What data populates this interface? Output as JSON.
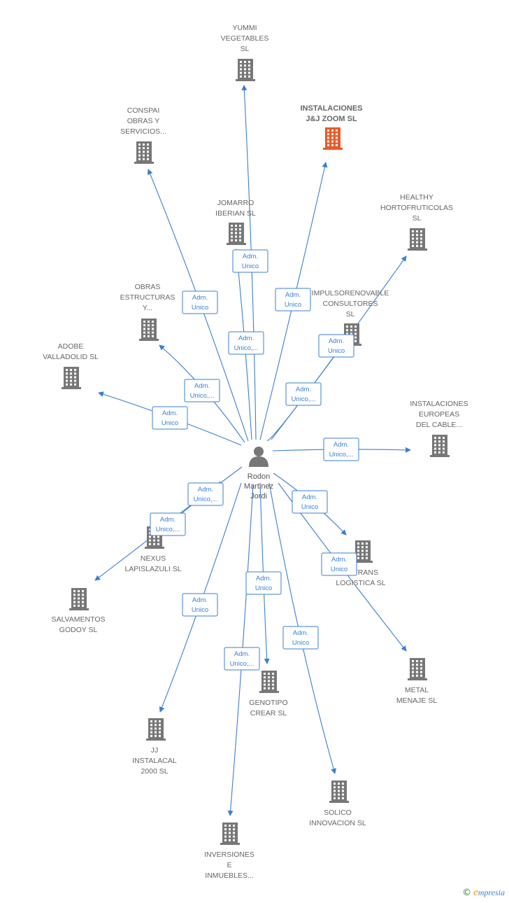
{
  "colors": {
    "edge": "#3a7fd0",
    "building": "#777777",
    "highlight": "#e85a2a"
  },
  "center": {
    "name_lines": [
      "Rodon",
      "Martinez",
      "Jordi"
    ],
    "icon": "person-icon"
  },
  "nodes": [
    {
      "id": "yummi",
      "lines": [
        "YUMMI",
        "VEGETABLES",
        "SL"
      ],
      "highlight": false
    },
    {
      "id": "instalaciones-jj",
      "lines": [
        "INSTALACIONES",
        "J&J ZOOM  SL"
      ],
      "highlight": true
    },
    {
      "id": "conspai",
      "lines": [
        "CONSPAI",
        "OBRAS Y",
        "SERVICIOS..."
      ],
      "highlight": false
    },
    {
      "id": "jomarro",
      "lines": [
        "JOMARRO",
        "IBERIAN  SL"
      ],
      "highlight": false
    },
    {
      "id": "healthy",
      "lines": [
        "HEALTHY",
        "HORTOFRUTICOLAS",
        "SL"
      ],
      "highlight": false
    },
    {
      "id": "obras",
      "lines": [
        "OBRAS",
        "ESTRUCTURAS",
        "Y..."
      ],
      "highlight": false
    },
    {
      "id": "impulsor",
      "lines": [
        "IMPULSORENOVABLE",
        "CONSULTORES",
        "SL"
      ],
      "highlight": false
    },
    {
      "id": "adobe",
      "lines": [
        "ADOBE",
        "VALLADOLID  SL"
      ],
      "highlight": false
    },
    {
      "id": "europeas",
      "lines": [
        "INSTALACIONES",
        "EUROPEAS",
        "DEL CABLE..."
      ],
      "highlight": false
    },
    {
      "id": "nexus",
      "lines": [
        "NEXUS",
        "LAPISLAZULI  SL"
      ],
      "highlight": false
    },
    {
      "id": "ertrans",
      "lines": [
        "ERTRANS",
        "LOGISTICA  SL"
      ],
      "highlight": false
    },
    {
      "id": "salvamentos",
      "lines": [
        "SALVAMENTOS",
        "GODOY SL"
      ],
      "highlight": false
    },
    {
      "id": "metal",
      "lines": [
        "METAL",
        "MENAJE  SL"
      ],
      "highlight": false
    },
    {
      "id": "genotipo",
      "lines": [
        "GENOTIPO",
        "CREAR  SL"
      ],
      "highlight": false
    },
    {
      "id": "jj2000",
      "lines": [
        "JJ",
        "INSTALACAL",
        "2000  SL"
      ],
      "highlight": false
    },
    {
      "id": "solico",
      "lines": [
        "SOLICO",
        "INNOVACION  SL"
      ],
      "highlight": false
    },
    {
      "id": "inversiones",
      "lines": [
        "INVERSIONES",
        "E",
        "INMUEBLES..."
      ],
      "highlight": false
    }
  ],
  "edges": [
    {
      "target": "yummi",
      "label": [
        "Adm.",
        "Unico"
      ]
    },
    {
      "target": "instalaciones-jj",
      "label": [
        "Adm.",
        "Unico"
      ]
    },
    {
      "target": "conspai",
      "label": [
        "Adm.",
        "Unico"
      ]
    },
    {
      "target": "jomarro",
      "label": [
        "Adm.",
        "Unico,..."
      ]
    },
    {
      "target": "healthy",
      "label": [
        "Adm.",
        "Unico,..."
      ]
    },
    {
      "target": "obras",
      "label": [
        "Adm.",
        "Unico,..."
      ]
    },
    {
      "target": "impulsor",
      "label": [
        "Adm.",
        "Unico"
      ]
    },
    {
      "target": "adobe",
      "label": [
        "Adm.",
        "Unico"
      ]
    },
    {
      "target": "europeas",
      "label": [
        "Adm.",
        "Unico,..."
      ]
    },
    {
      "target": "nexus",
      "label": [
        "Adm.",
        "Unico,..."
      ]
    },
    {
      "target": "salvamentos",
      "label": [
        "Adm.",
        "Unico,..."
      ]
    },
    {
      "target": "ertrans",
      "label": [
        "Adm.",
        "Unico"
      ]
    },
    {
      "target": "metal",
      "label": [
        "Adm.",
        "Unico"
      ]
    },
    {
      "target": "genotipo",
      "label": [
        "Adm.",
        "Unico"
      ]
    },
    {
      "target": "jj2000",
      "label": [
        "Adm.",
        "Unico"
      ]
    },
    {
      "target": "solico",
      "label": [
        "Adm.",
        "Unico"
      ]
    },
    {
      "target": "inversiones",
      "label": [
        "Adm.",
        "Unico,..."
      ]
    }
  ],
  "footer": {
    "copyright": "©",
    "brand_initial": "e",
    "brand_rest": "mpresia"
  }
}
